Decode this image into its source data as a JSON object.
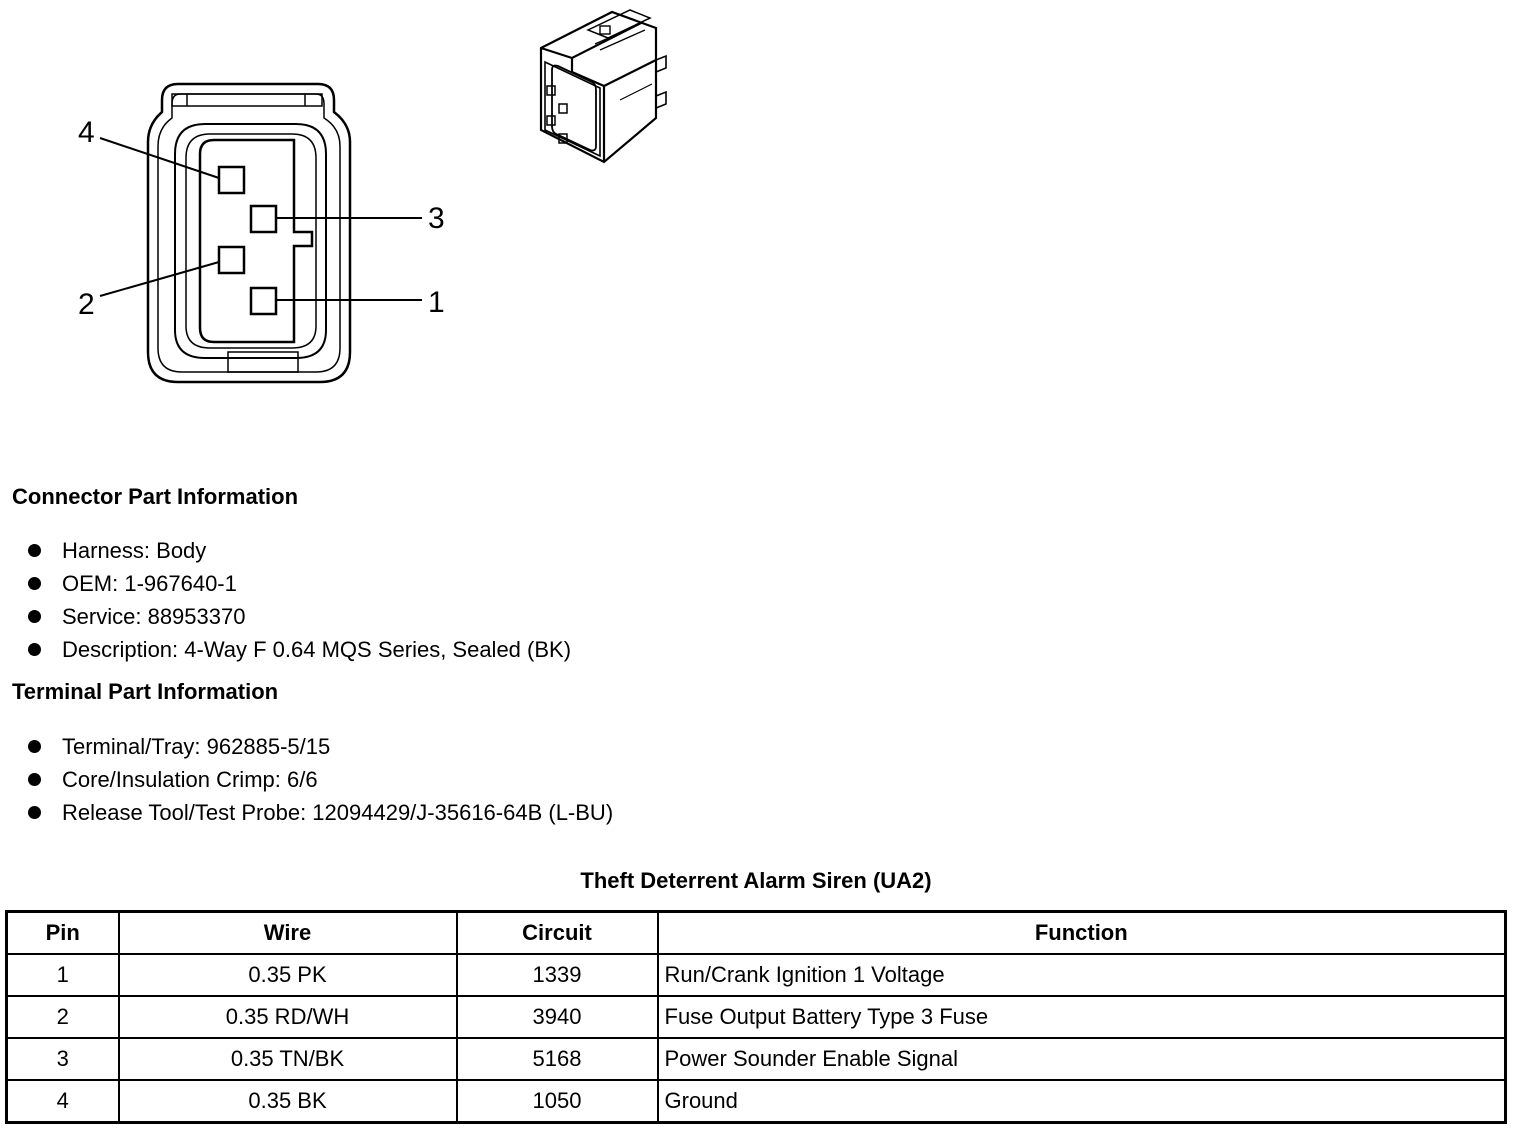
{
  "diagram": {
    "pin_callouts": [
      "4",
      "3",
      "2",
      "1"
    ]
  },
  "connector_info": {
    "heading": "Connector Part Information",
    "items": [
      "Harness: Body",
      "OEM: 1-967640-1",
      "Service: 88953370",
      "Description: 4-Way F 0.64 MQS Series, Sealed (BK)"
    ]
  },
  "terminal_info": {
    "heading": "Terminal Part Information",
    "items": [
      "Terminal/Tray: 962885-5/15",
      "Core/Insulation Crimp: 6/6",
      "Release Tool/Test Probe: 12094429/J-35616-64B (L-BU)"
    ]
  },
  "pin_table": {
    "title": "Theft Deterrent Alarm Siren (UA2)",
    "headers": [
      "Pin",
      "Wire",
      "Circuit",
      "Function"
    ],
    "rows": [
      [
        "1",
        "0.35 PK",
        "1339",
        "Run/Crank Ignition 1 Voltage"
      ],
      [
        "2",
        "0.35 RD/WH",
        "3940",
        "Fuse Output Battery Type 3 Fuse"
      ],
      [
        "3",
        "0.35 TN/BK",
        "5168",
        "Power Sounder Enable Signal"
      ],
      [
        "4",
        "0.35 BK",
        "1050",
        "Ground"
      ]
    ]
  }
}
